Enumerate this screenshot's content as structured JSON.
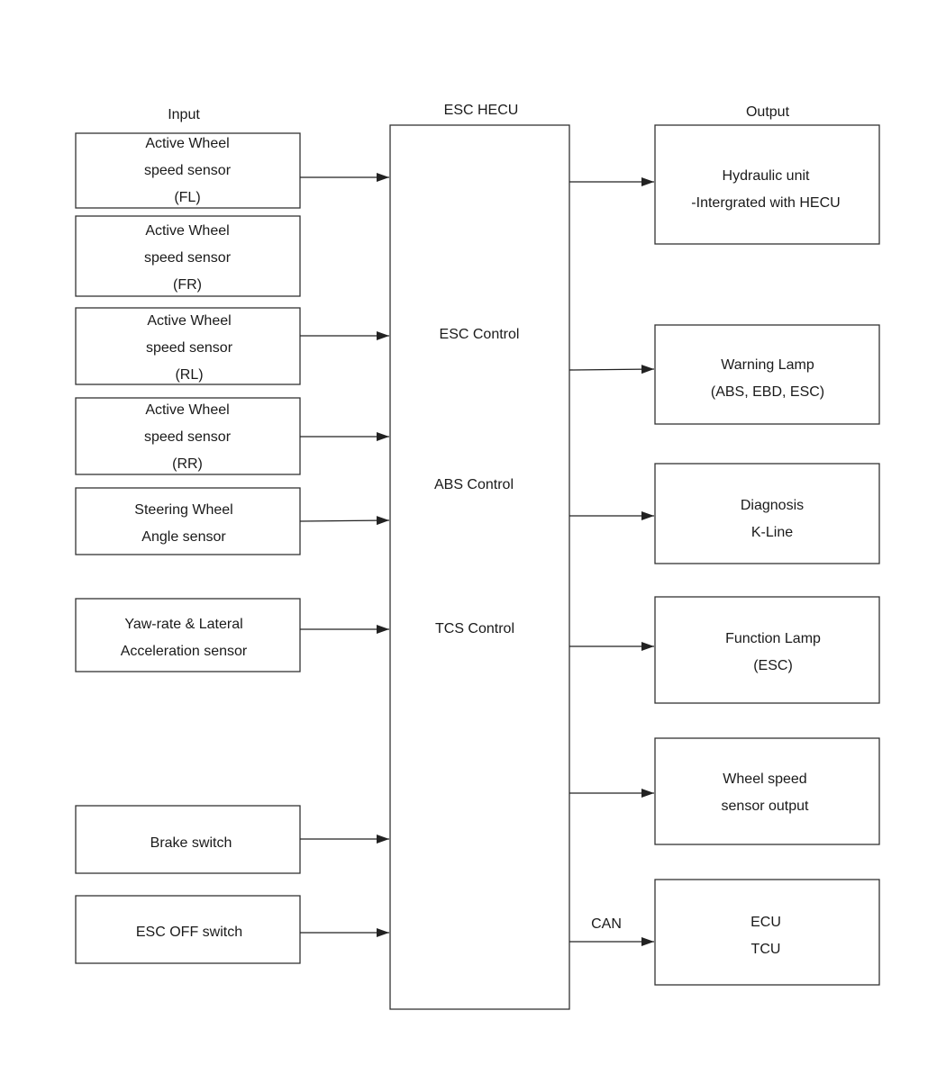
{
  "headings": {
    "input": "Input",
    "hecu": "ESC HECU",
    "output": "Output"
  },
  "inputs": [
    {
      "lines": [
        "Active Wheel",
        "speed sensor",
        "(FL)"
      ]
    },
    {
      "lines": [
        "Active Wheel",
        "speed sensor",
        "(FR)"
      ]
    },
    {
      "lines": [
        "Active Wheel",
        "speed sensor",
        "(RL)"
      ]
    },
    {
      "lines": [
        "Active Wheel",
        "speed sensor",
        "(RR)"
      ]
    },
    {
      "lines": [
        "Steering Wheel",
        "Angle sensor"
      ]
    },
    {
      "lines": [
        "Yaw-rate & Lateral",
        "Acceleration sensor"
      ]
    },
    {
      "lines": [
        "Brake switch"
      ]
    },
    {
      "lines": [
        "ESC OFF switch"
      ]
    }
  ],
  "hecu": {
    "functions": [
      "ESC Control",
      "ABS Control",
      "TCS Control"
    ]
  },
  "outputs": [
    {
      "lines": [
        "Hydraulic unit",
        "-Intergrated with HECU"
      ]
    },
    {
      "lines": [
        "Warning Lamp",
        "(ABS, EBD, ESC)"
      ]
    },
    {
      "lines": [
        "Diagnosis",
        "K-Line"
      ]
    },
    {
      "lines": [
        "Function Lamp",
        "(ESC)"
      ]
    },
    {
      "lines": [
        "Wheel speed",
        "sensor output"
      ]
    },
    {
      "lines": [
        "ECU",
        "TCU"
      ]
    }
  ],
  "connections": {
    "can_label": "CAN"
  },
  "colors": {
    "line": "#222222",
    "text": "#1a1a1a",
    "background": "#ffffff"
  }
}
